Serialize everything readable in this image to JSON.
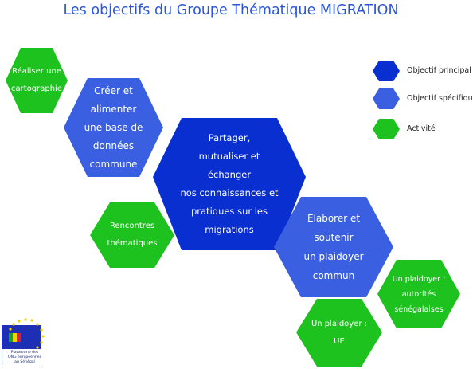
{
  "title": "Les objectifs du Groupe Thématique MIGRATION",
  "colors": {
    "principal": "#0a2fd0",
    "specifique": "#3a5fe0",
    "activite": "#1ec21e",
    "title": "#2b55d6"
  },
  "legend": [
    {
      "label": "Objectif principal",
      "kind": "principal"
    },
    {
      "label": "Objectif spécifique",
      "kind": "specifique"
    },
    {
      "label": "Activité",
      "kind": "activite"
    }
  ],
  "nodes": [
    {
      "kind": "activite",
      "lines": [
        "Réaliser une",
        "cartographie"
      ]
    },
    {
      "kind": "specifique",
      "lines": [
        "Créer et",
        "alimenter",
        "une base de",
        "données",
        "commune"
      ]
    },
    {
      "kind": "principal",
      "lines": [
        "Partager,",
        "mutualiser et",
        "échanger",
        "nos connaissances et",
        "pratiques sur les",
        "migrations"
      ]
    },
    {
      "kind": "activite",
      "lines": [
        "Rencontres",
        "thématiques"
      ]
    },
    {
      "kind": "specifique",
      "lines": [
        "Elaborer et",
        "soutenir",
        "un plaidoyer",
        "commun"
      ]
    },
    {
      "kind": "activite",
      "lines": [
        "Un plaidoyer :",
        "autorités",
        "sénégalaises"
      ]
    },
    {
      "kind": "activite",
      "lines": [
        "Un plaidoyer :",
        "UE"
      ]
    }
  ],
  "logo": {
    "caption": [
      "Plateforme des",
      "ONG européennes",
      "au Sénégal"
    ]
  }
}
